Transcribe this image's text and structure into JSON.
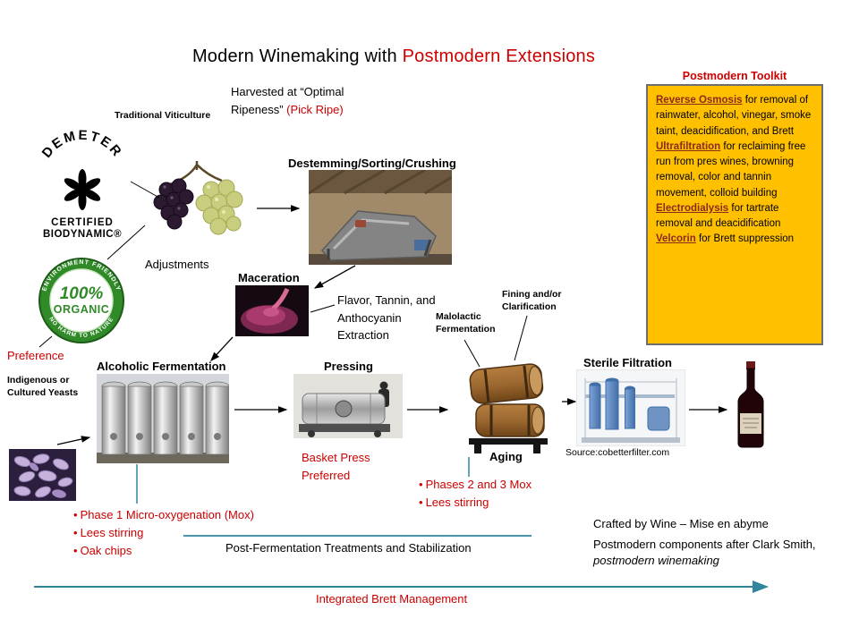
{
  "title": {
    "main": "Modern Winemaking with ",
    "accent": "Postmodern Extensions"
  },
  "toolkit": {
    "heading": "Postmodern Toolkit",
    "items": [
      {
        "term": "Reverse Osmosis",
        "desc": " for removal of rainwater, alcohol, vinegar, smoke taint, deacidification, and Brett"
      },
      {
        "term": "Ultrafiltration",
        "desc": " for reclaiming free run from pres wines, browning removal, color and tannin movement, colloid building"
      },
      {
        "term": "Electrodialysis",
        "desc": " for tartrate removal and deacidification"
      },
      {
        "term": "Velcorin",
        "desc": " for Brett suppression"
      }
    ]
  },
  "certifications": {
    "demeter_arc": "DEMETER",
    "demeter_certified": "CERTIFIED",
    "demeter_biodynamic": "BIODYNAMIC®",
    "organic_percent": "100%",
    "organic_word": "ORGANIC",
    "organic_top_arc": "ENVIRONMENT FRIENDLY",
    "organic_bottom_arc": "NO HARM TO NATURE",
    "preference": "Preference"
  },
  "stages": {
    "viticulture": "Traditional Viticulture",
    "harvested": "Harvested at “Optimal Ripeness” ",
    "pick_ripe": "(Pick Ripe)",
    "destemming": "Destemming/Sorting/Crushing",
    "adjustments": "Adjustments",
    "maceration": "Maceration",
    "extraction": "Flavor, Tannin, and Anthocyanin Extraction",
    "malolactic": "Malolactic Fermentation",
    "fining": "Fining and/or Clarification",
    "alcoholic": "Alcoholic Fermentation",
    "yeasts": "Indigenous or Cultured Yeasts",
    "pressing": "Pressing",
    "basket_press": "Basket Press Preferred",
    "aging": "Aging",
    "sterile_filtration": "Sterile Filtration",
    "filtration_source": "Source:cobetterfilter.com"
  },
  "notes": {
    "tank_bullets": [
      "Phase 1 Micro-oxygenation (Mox)",
      "Lees stirring",
      "Oak chips"
    ],
    "aging_bullets": [
      "Phases 2 and 3 Mox",
      "Lees stirring"
    ]
  },
  "footer": {
    "post_fermentation": "Post-Fermentation Treatments and Stabilization",
    "credit_line1": "Crafted by Wine – Mise en abyme",
    "credit_line2": "Postmodern components after Clark Smith,",
    "credit_book": "postmodern winemaking",
    "brett": "Integrated Brett Management"
  },
  "colors": {
    "accent_red": "#CC0000",
    "toolkit_fill": "#FFC000",
    "toolkit_term": "#8C2A1C",
    "line_teal": "#31859C"
  }
}
